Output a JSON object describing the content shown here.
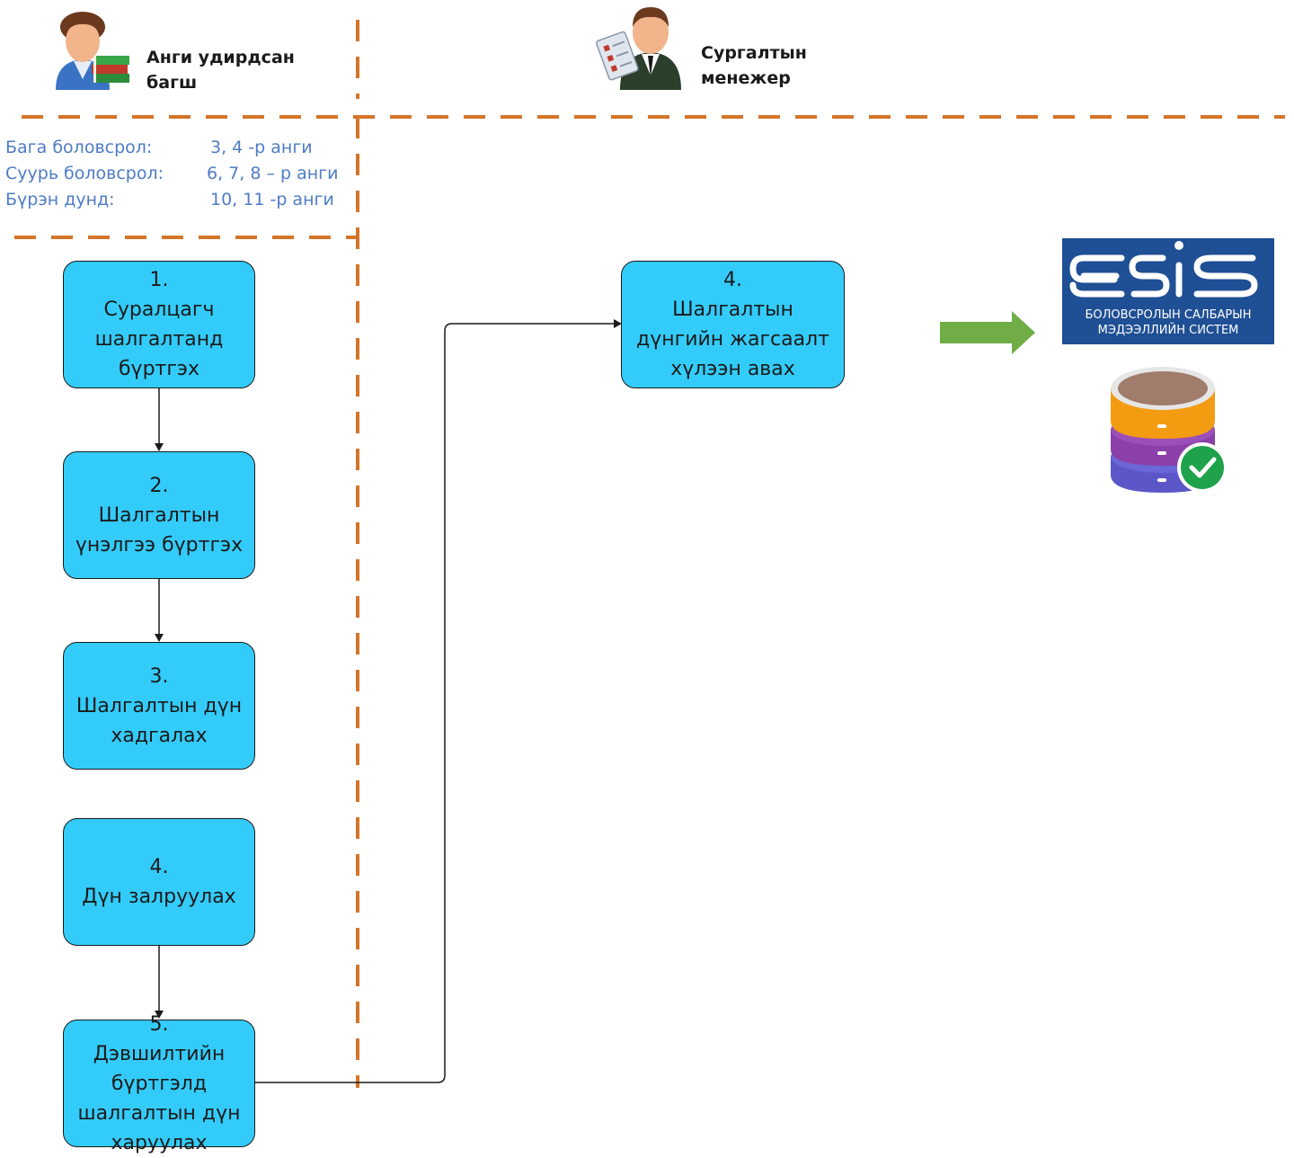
{
  "roles": {
    "teacher": {
      "line1": "Анги удирдсан",
      "line2": "багш",
      "icon": "teacher-with-books-icon"
    },
    "manager": {
      "line1": "Сургалтын",
      "line2": "менежер",
      "icon": "manager-with-checklist-icon"
    }
  },
  "education_levels": [
    {
      "name": "Бага боловсрол:",
      "grades": "3, 4 -р анги"
    },
    {
      "name": "Суурь боловсрол:",
      "grades": "6, 7, 8 – р анги"
    },
    {
      "name": "Бүрэн дунд:",
      "grades": "10, 11 -р анги"
    }
  ],
  "steps": {
    "teacher_step1": {
      "lines": [
        "1.",
        "Суралцагч",
        "шалгалтанд",
        "бүртгэх"
      ]
    },
    "teacher_step2": {
      "lines": [
        "2.",
        "Шалгалтын",
        "үнэлгээ бүртгэх"
      ]
    },
    "teacher_step3": {
      "lines": [
        "3.",
        "Шалгалтын дүн",
        "хадгалах"
      ]
    },
    "teacher_step4": {
      "lines": [
        "4.",
        "Дүн залруулах"
      ]
    },
    "teacher_step5": {
      "lines": [
        "5.",
        "Дэвшилтийн",
        "бүртгэлд",
        "шалгалтын дүн",
        "харуулах"
      ]
    },
    "manager_step4": {
      "lines": [
        "4.",
        "Шалгалтын",
        "дүнгийн жагсаалт",
        "хүлээн авах"
      ]
    }
  },
  "esis": {
    "wordmark": "ESIS",
    "subtitle_line1": "БОЛОВСРОЛЫН САЛБАРЫН",
    "subtitle_line2": "МЭДЭЭЛЛИЙН СИСТЕМ"
  },
  "icons": {
    "arrow": "green-right-arrow-icon",
    "database": "database-check-icon"
  },
  "colors": {
    "box_fill": "#33ccfa",
    "divider": "#d4752a",
    "level_text": "#4f7cc4",
    "esis_bg": "#1f4f94",
    "arrow": "#70ad47"
  }
}
